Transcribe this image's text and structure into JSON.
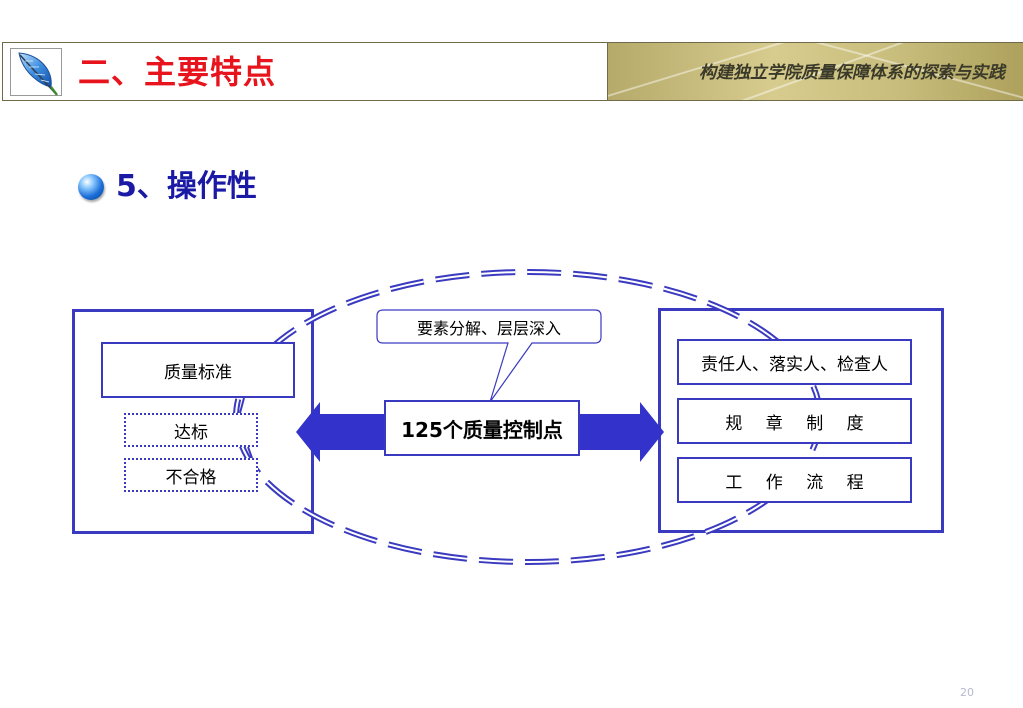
{
  "header": {
    "section_title": "二、主要特点",
    "subtitle": "构建独立学院质量保障体系的探索与实践",
    "logo_icon": "feather-quill-icon"
  },
  "subheading": {
    "bullet_icon": "blue-orb-bullet-icon",
    "text": "5、操作性"
  },
  "diagram": {
    "left_group": {
      "main": "质量标准",
      "options": [
        "达标",
        "不合格"
      ]
    },
    "center": {
      "label": "125个质量控制点",
      "callout": "要素分解、层层深入"
    },
    "right_group": {
      "items": [
        "责任人、落实人、检查人",
        "规 章 制 度",
        "工 作 流 程"
      ]
    }
  },
  "page_number": "20",
  "colors": {
    "title_red": "#e8141d",
    "heading_blue": "#1a1aa6",
    "diagram_blue": "#3a3ac0",
    "header_band": "#c8bd7c"
  }
}
